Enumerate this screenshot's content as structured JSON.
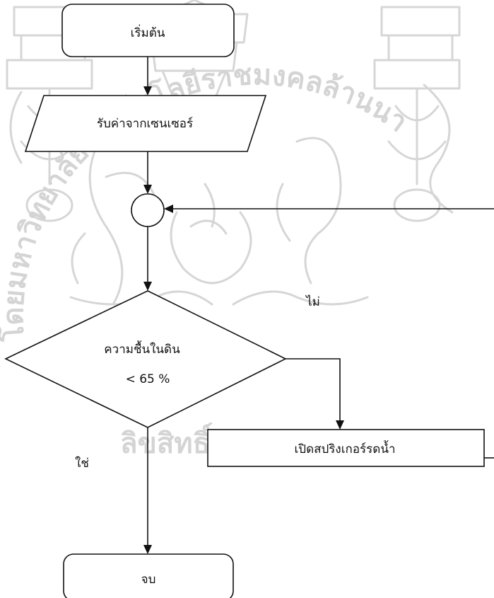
{
  "nodes": {
    "start": "เริ่มต้น",
    "input": "รับค่าจากเซนเซอร์",
    "decision_line1": "ความชื้นในดิน",
    "decision_line2": "< 65 %",
    "process": "เปิดสปริงเกอร์รดน้ำ",
    "end": "จบ"
  },
  "edges": {
    "no": "ไม่",
    "yes": "ใช่"
  },
  "watermark": {
    "arc_text": "โดยมหาวิทยาลัยเทคโนโลยีราชมงคลล้านนา",
    "lower_text": "ลิขสิทธิ์"
  }
}
